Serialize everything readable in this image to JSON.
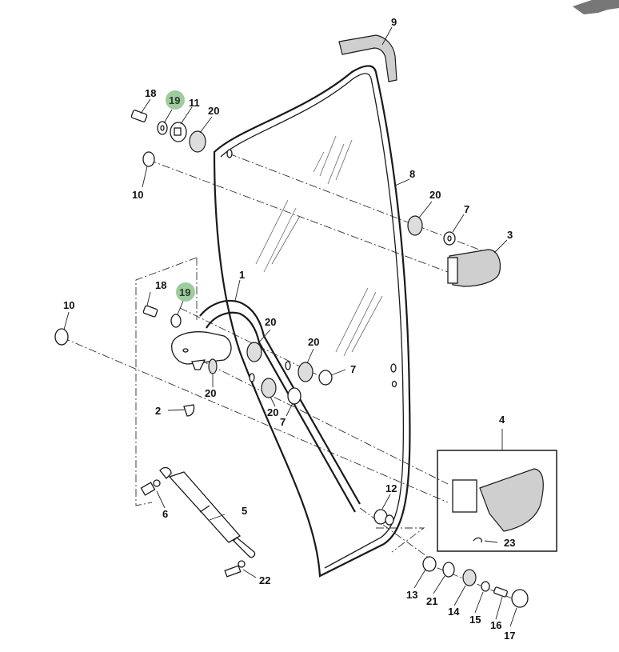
{
  "diagram": {
    "colors": {
      "highlight": "#9fcc9f",
      "line": "#1a1a1a",
      "corner_arrow": "#777777"
    },
    "corner_icon": "expand-arrow-icon",
    "callouts": {
      "c1": "1",
      "c2": "2",
      "c3": "3",
      "c4": "4",
      "c5": "5",
      "c6": "6",
      "c7a": "7",
      "c7b": "7",
      "c7c": "7",
      "c8": "8",
      "c9": "9",
      "c10a": "10",
      "c10b": "10",
      "c11": "11",
      "c12": "12",
      "c13": "13",
      "c14": "14",
      "c15": "15",
      "c16": "16",
      "c17": "17",
      "c18a": "18",
      "c18b": "18",
      "c19a": "19",
      "c19b": "19",
      "c20a": "20",
      "c20b": "20",
      "c20c": "20",
      "c20d": "20",
      "c20e": "20",
      "c20f": "20",
      "c21": "21",
      "c22": "22",
      "c23": "23"
    },
    "highlighted_parts": [
      "19"
    ]
  }
}
